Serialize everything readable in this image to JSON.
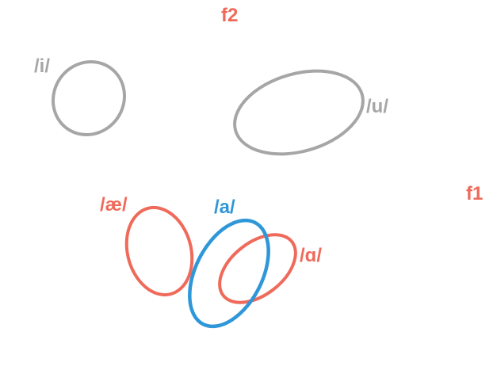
{
  "axes": {
    "f2": "f2",
    "f1": "f1"
  },
  "vowels": [
    {
      "key": "i",
      "label": "/i/",
      "color": "#a6a6a6"
    },
    {
      "key": "u",
      "label": "/u/",
      "color": "#a6a6a6"
    },
    {
      "key": "ae",
      "label": "/æ/",
      "color": "#ef6a5a"
    },
    {
      "key": "a",
      "label": "/a/",
      "color": "#2f97d8"
    },
    {
      "key": "alpha",
      "label": "/ɑ/",
      "color": "#ef6a5a"
    }
  ],
  "colors": {
    "axis_label": "#ef6a5a",
    "grey": "#a6a6a6",
    "red": "#ef6a5a",
    "blue": "#2f97d8"
  }
}
